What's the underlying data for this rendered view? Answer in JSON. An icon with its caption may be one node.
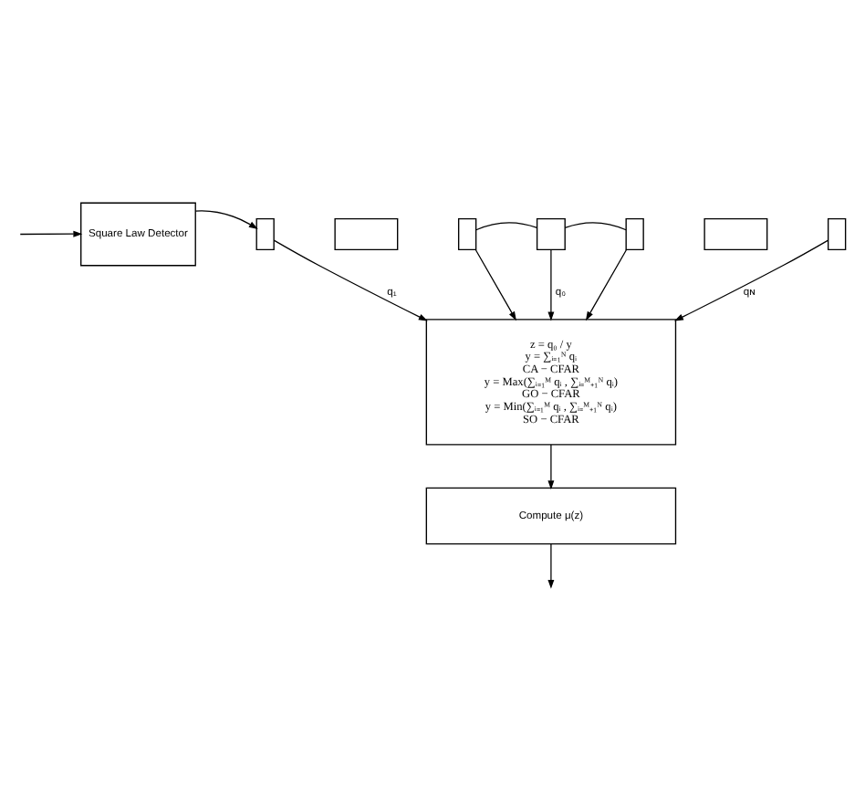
{
  "diagram": {
    "nodes": [
      {
        "text": [
          "Square Law Detector"
        ]
      },
      {
        "text": [],
        "shape": "box"
      },
      {
        "text": [],
        "shape": "box"
      },
      {
        "text": [],
        "shape": "box"
      },
      {
        "text": [],
        "shape": "box"
      },
      {
        "text": [],
        "shape": "box"
      },
      {
        "text": [],
        "shape": "box"
      },
      {
        "text": [],
        "shape": "box"
      },
      {
        "text": [
          "z = q₀ / y",
          "y = ∑ᵢ₌₁ᴺ qᵢ",
          "CA − CFAR",
          "y = Max(∑ᵢ₌₁ᴹ qᵢ , ∑ᵢ₌ᴹ₊₁ᴺ qᵢ)",
          "GO − CFAR",
          "y = Min(∑ᵢ₌₁ᴹ qᵢ , ∑ᵢ₌ᴹ₊₁ᴺ qᵢ)",
          "SO − CFAR"
        ]
      },
      {
        "text": [
          "Compute μ(z)"
        ]
      }
    ],
    "edges": [
      {
        "from": null,
        "to": 0,
        "arrow": "to"
      },
      {
        "from": 0,
        "to": 1,
        "arrow": "to"
      },
      {
        "from": 3,
        "to": 4,
        "arrow": "none"
      },
      {
        "from": 4,
        "to": 5,
        "arrow": "none"
      },
      {
        "from": 1,
        "to": 8,
        "arrow": "to",
        "label": "q₁"
      },
      {
        "from": 3,
        "to": 8,
        "arrow": "to"
      },
      {
        "from": 4,
        "to": 8,
        "arrow": "to",
        "label": "q₀"
      },
      {
        "from": 5,
        "to": 8,
        "arrow": "to"
      },
      {
        "from": 7,
        "to": 8,
        "arrow": "to",
        "label": "qɴ"
      },
      {
        "from": 8,
        "to": 9,
        "arrow": "to"
      },
      {
        "from": 9,
        "to": null,
        "arrow": "to"
      }
    ]
  }
}
